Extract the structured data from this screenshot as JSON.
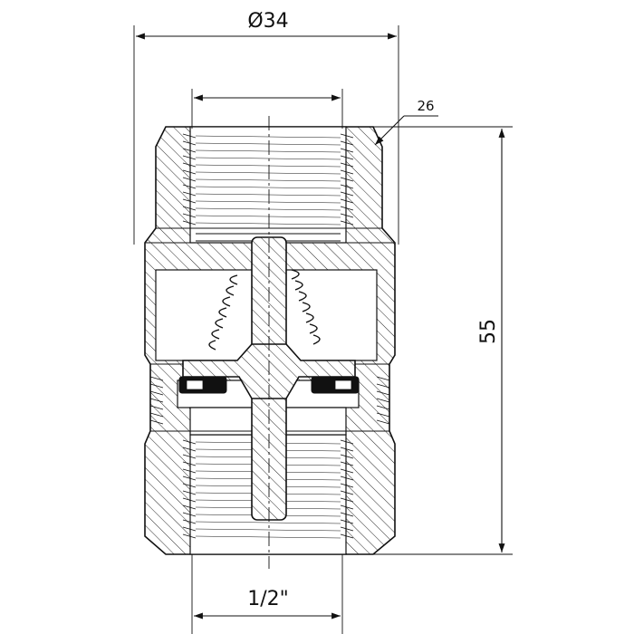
{
  "dimensions": {
    "outer_diameter": "Ø34",
    "hex_size": "26",
    "length": "55",
    "thread_size": "1/2\""
  },
  "colors": {
    "line": "#111111",
    "background": "#ffffff",
    "seal": "#111111"
  }
}
